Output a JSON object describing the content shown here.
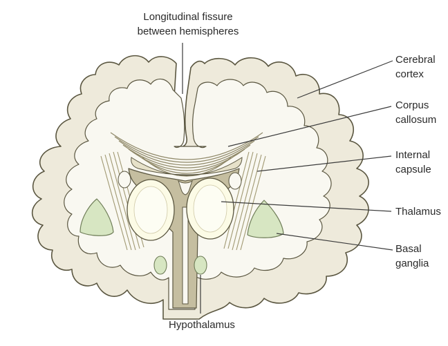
{
  "labels": {
    "fissure": [
      "Longitudinal fissure",
      "between hemispheres"
    ],
    "cortex": [
      "Cerebral",
      "cortex"
    ],
    "corpus": [
      "Corpus",
      "callosum"
    ],
    "capsule": [
      "Internal",
      "capsule"
    ],
    "thalamus": [
      "Thalamus"
    ],
    "basal": [
      "Basal",
      "ganglia"
    ],
    "hypothalamus": [
      "Hypothalamus"
    ]
  },
  "colors": {
    "cortex": "#eeeadb",
    "white_matter": "#f9f8f1",
    "midline": "#c5bea0",
    "thalamus": "#fcfbe6",
    "basal": "#d7e6c2",
    "outline": "#5a5640"
  }
}
